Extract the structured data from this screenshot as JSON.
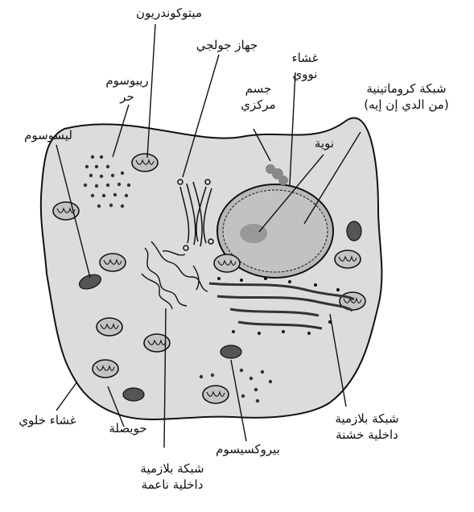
{
  "labels": {
    "mitochondrion": "ميتوكوندريون",
    "golgi": "جهاز جولجي",
    "nuclear_membrane": [
      "غشاء",
      "نووي"
    ],
    "free_ribosome": [
      "ريبوسوم",
      "حر"
    ],
    "centrosome": [
      "جسم",
      "مركزي"
    ],
    "chromatin": [
      "شبكة كروماتينية",
      "(من الدي إن إيه)"
    ],
    "lysosome": "ليسوسوم",
    "nucleolus": "نوية",
    "cell_membrane": "غشاء خلوي",
    "vesicle": "حويصلة",
    "peroxisome": "بيروكسيسوم",
    "rough_er": [
      "شبكة بلازمية",
      "داخلية خشنة"
    ],
    "smooth_er": [
      "شبكة بلازمية",
      "داخلية ناعمة"
    ]
  },
  "colors": {
    "cytoplasm": "#dcdcdc",
    "nucleoplasm": "#b8b8b8",
    "organelle_fill": "#c4c4c4",
    "dark_organelle": "#555555",
    "outline": "#111111"
  }
}
